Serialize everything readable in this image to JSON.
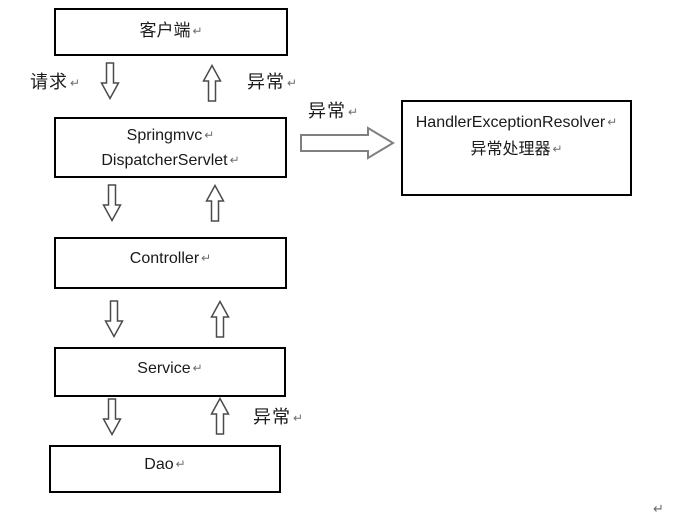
{
  "diagram": {
    "title_meaning": "Spring MVC exception handling flow",
    "return_mark": "↵",
    "nodes": {
      "client": {
        "label": "客户端"
      },
      "dispatcher": {
        "line1": "Springmvc",
        "line2": "DispatcherServlet"
      },
      "controller": {
        "label": "Controller"
      },
      "service": {
        "label": "Service"
      },
      "dao": {
        "label": "Dao"
      },
      "resolver": {
        "line1": "HandlerExceptionResolver",
        "line2": "异常处理器"
      }
    },
    "edge_labels": {
      "request": "请求",
      "exception_to_client": "异常",
      "exception_to_resolver": "异常",
      "exception_from_dao": "异常"
    },
    "colors": {
      "background": "#ffffff",
      "box_border": "#000000",
      "text": "#1a1a1a",
      "vertical_arrow_outline": "#4a4a4a",
      "horizontal_arrow_outline": "#808080",
      "arrow_fill": "#ffffff",
      "paragraph_mark": "#6e6e6e"
    }
  }
}
